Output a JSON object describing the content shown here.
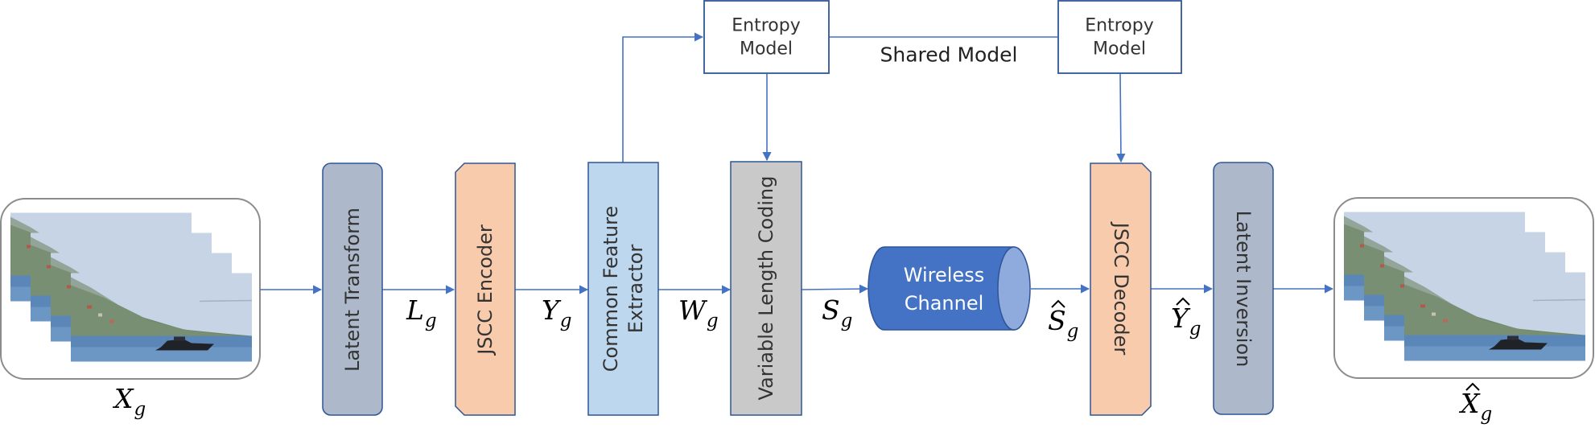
{
  "diagram": {
    "boxes": {
      "latent_transform": "Latent Transform",
      "jscc_encoder": "JSCC Encoder",
      "common_feature_extractor_line1": "Common Feature",
      "common_feature_extractor_line2": "Extractor",
      "variable_length_coding": "Variable Length Coding",
      "wireless_channel_line1": "Wireless",
      "wireless_channel_line2": "Channel",
      "jscc_decoder": "JSCC Decoder",
      "latent_inversion": "Latent Inversion",
      "entropy_model_left_line1": "Entropy",
      "entropy_model_left_line2": "Model",
      "entropy_model_right_line1": "Entropy",
      "entropy_model_right_line2": "Model"
    },
    "shared_model_label": "Shared Model",
    "variables": {
      "Xg": {
        "main": "X",
        "sub": "g",
        "hat": false
      },
      "Lg": {
        "main": "L",
        "sub": "g",
        "hat": false
      },
      "Yg": {
        "main": "Y",
        "sub": "g",
        "hat": false
      },
      "Wg": {
        "main": "W",
        "sub": "g",
        "hat": false
      },
      "Sg": {
        "main": "S",
        "sub": "g",
        "hat": false
      },
      "Sg_hat": {
        "main": "S",
        "sub": "g",
        "hat": true
      },
      "Yg_hat": {
        "main": "Y",
        "sub": "g",
        "hat": true
      },
      "Xg_hat": {
        "main": "X",
        "sub": "g",
        "hat": true
      }
    },
    "colors": {
      "latent_blocks": "#adb9ca",
      "jscc_blocks": "#f8cbad",
      "common_feature": "#bdd7ee",
      "variable_length": "#c9c9c9",
      "wireless_channel": "#4472c4",
      "wireless_channel_cap": "#8faadc",
      "outline": "#2f5597",
      "arrow": "#4472c4",
      "image_sky": "#c6d4e6",
      "image_water": "#5a86b8",
      "image_hill": "#6f8a6a"
    }
  }
}
